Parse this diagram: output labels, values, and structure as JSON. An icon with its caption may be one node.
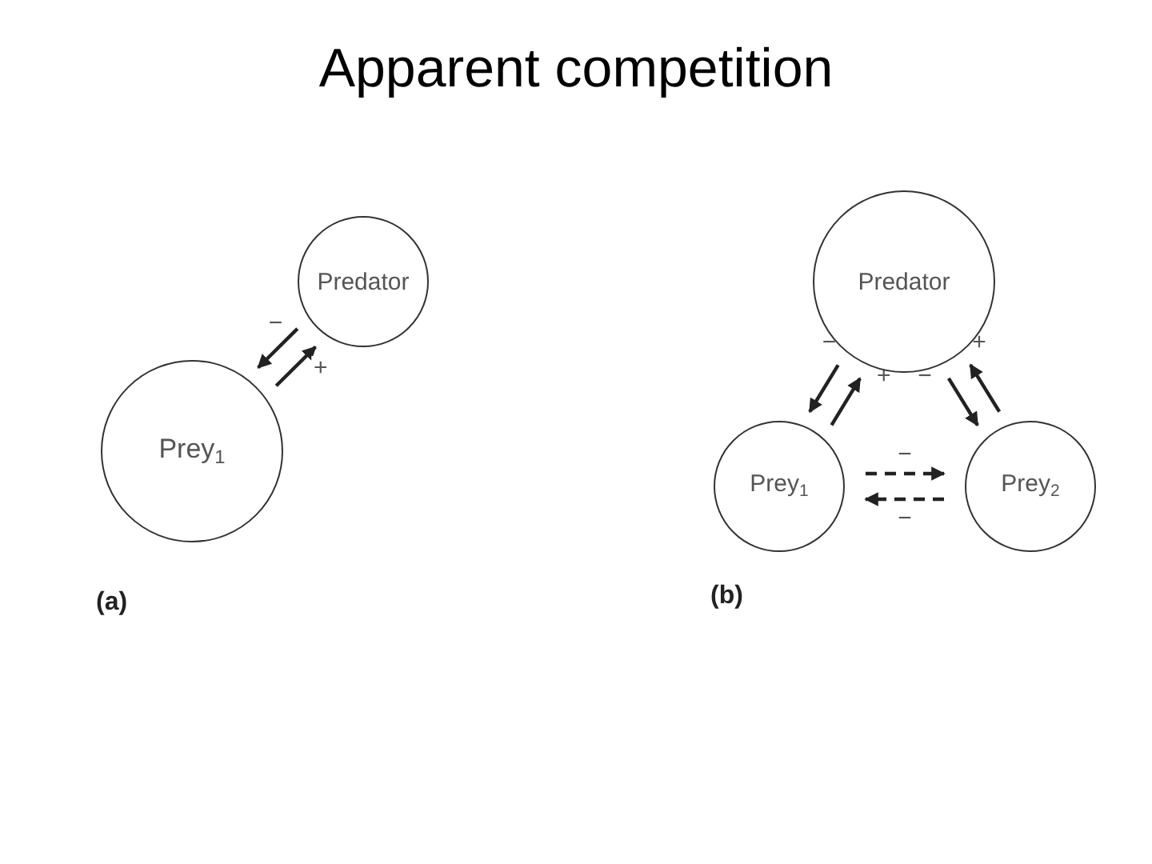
{
  "diagram": {
    "title": "Apparent competition",
    "nodes": [
      {
        "text": [
          "Predator"
        ]
      },
      {
        "text": [
          "Prey$_{1}$"
        ]
      },
      {
        "text": [
          "Predator"
        ]
      },
      {
        "text": [
          "Prey$_{1}$"
        ]
      },
      {
        "text": [
          "Prey$_{2}$"
        ]
      }
    ],
    "edges": [
      {
        "from": 0,
        "to": 1,
        "arrow": "to",
        "label": "−"
      },
      {
        "from": 1,
        "to": 0,
        "arrow": "to",
        "label": "+"
      },
      {
        "from": 2,
        "to": 3,
        "arrow": "to",
        "label": "−"
      },
      {
        "from": 3,
        "to": 2,
        "arrow": "to",
        "label": "+"
      },
      {
        "from": 4,
        "to": 2,
        "arrow": "to",
        "label": "+"
      },
      {
        "from": 2,
        "to": 4,
        "arrow": "to",
        "label": "−"
      },
      {
        "from": 3,
        "to": 4,
        "arrow": "to",
        "label": "−",
        "style": "dashed"
      },
      {
        "from": 4,
        "to": 3,
        "arrow": "to",
        "label": "−",
        "style": "dashed"
      }
    ],
    "labels": [
      "(a)",
      "(b)"
    ]
  }
}
